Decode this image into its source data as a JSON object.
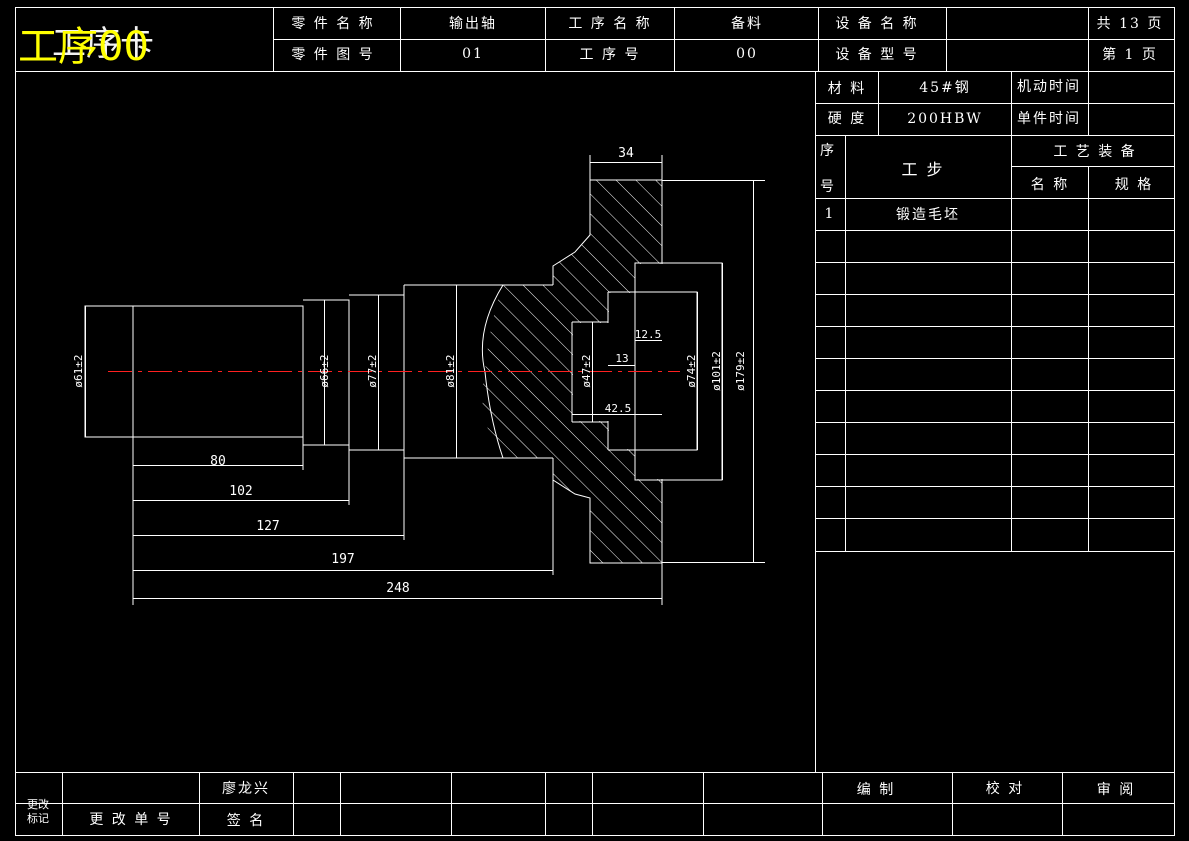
{
  "card": {
    "title": "工序卡",
    "title_overlay": "工序00",
    "part_name_label": "零 件 名 称",
    "part_name": "输出轴",
    "process_name_label": "工 序 名 称",
    "process_name": "备料",
    "equip_name_label": "设 备 名 称",
    "equip_name": "",
    "total_pages": "共 13 页",
    "part_drawing_label": "零 件 图 号",
    "part_drawing_no": "01",
    "process_no_label": "工  序  号",
    "process_no": "00",
    "equip_model_label": "设 备 型 号",
    "equip_model": "",
    "page_no": "第  1  页"
  },
  "right_table": {
    "material_label": "材  料",
    "material": "45#钢",
    "machine_time_label": "机动时间",
    "hardness_label": "硬  度",
    "hardness": "200HBW",
    "unit_time_label": "单件时间",
    "seq_label_top": "序",
    "seq_label_bottom": "号",
    "step_label": "工    步",
    "equipment_label": "工 艺 装 备",
    "name_label": "名  称",
    "spec_label": "规  格",
    "steps": [
      {
        "no": "1",
        "text": "锻造毛坯"
      }
    ]
  },
  "footer": {
    "change_mark": "更改\n标记",
    "change_no": "更  改  单  号",
    "author": "廖龙兴",
    "sign": "签  名",
    "compile": "编      制",
    "check": "校      对",
    "review": "审      阅"
  },
  "drawing": {
    "dims_h": [
      "80",
      "102",
      "127",
      "197",
      "248",
      "34",
      "12.5",
      "13",
      "42.5"
    ],
    "dims_v": [
      "ø61±2",
      "ø66±2",
      "ø77±2",
      "ø81±2",
      "ø47±2",
      "ø74±2",
      "ø101±2",
      "ø179±2"
    ]
  }
}
